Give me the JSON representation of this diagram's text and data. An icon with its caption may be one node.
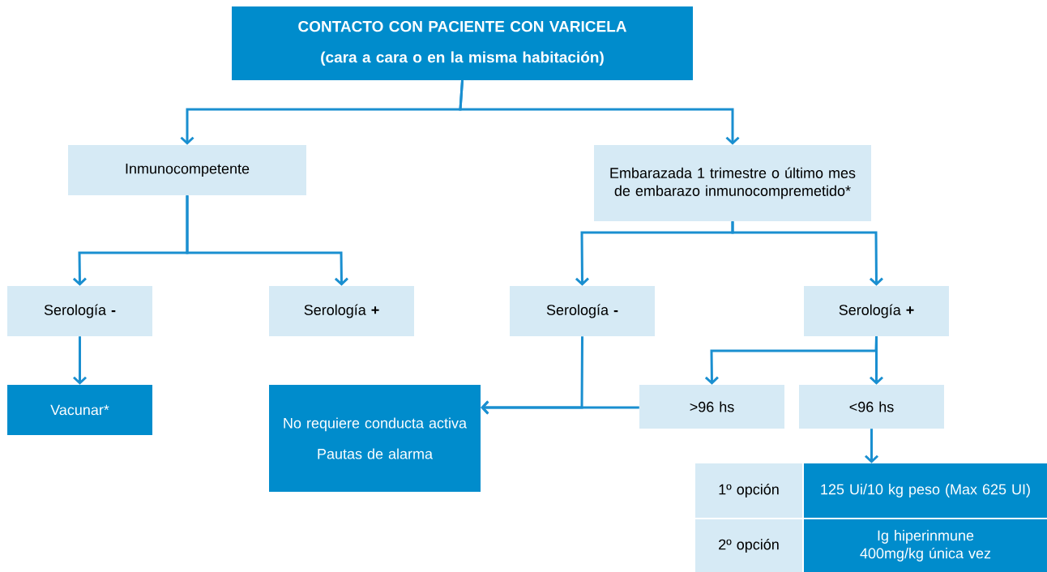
{
  "diagram": {
    "nodes": [
      {
        "text": [
          "CONTACTO CON PACIENTE CON VARICELA",
          "(cara a cara o en la misma habitación)"
        ]
      },
      {
        "text": [
          "Inmunocompetente"
        ]
      },
      {
        "text": [
          "Embarazada 1 trimestre o último mes de embarazo inmunocompremetido*"
        ]
      },
      {
        "text": [
          "Serología **-**"
        ]
      },
      {
        "text": [
          "Serología **+**"
        ]
      },
      {
        "text": [
          "Serología **-**"
        ]
      },
      {
        "text": [
          "Serología **+**"
        ]
      },
      {
        "text": [
          "Vacunar*"
        ]
      },
      {
        "text": [
          "No requiere conducta activa",
          "Pautas de alarma"
        ]
      },
      {
        "text": [
          ">96 hs"
        ]
      },
      {
        "text": [
          "<96 hs"
        ]
      },
      {
        "text": [
          "1º opción"
        ]
      },
      {
        "text": [
          "125 Ui/10 kg peso (Max 625 UI)"
        ]
      },
      {
        "text": [
          "2º opción"
        ]
      },
      {
        "text": [
          "Ig hiperinmune 400mg/kg única vez"
        ]
      }
    ],
    "edges": [
      {
        "from": 0,
        "to": 1,
        "arrow": "to"
      },
      {
        "from": 0,
        "to": 2,
        "arrow": "to"
      },
      {
        "from": 1,
        "to": 3,
        "arrow": "to"
      },
      {
        "from": 1,
        "to": 4,
        "arrow": "to"
      },
      {
        "from": 2,
        "to": 5,
        "arrow": "to"
      },
      {
        "from": 2,
        "to": 6,
        "arrow": "to"
      },
      {
        "from": 3,
        "to": 7,
        "arrow": "to"
      },
      {
        "from": 5,
        "to": 8,
        "arrow": "to"
      },
      {
        "from": 9,
        "to": 8,
        "arrow": "to"
      },
      {
        "from": 6,
        "to": 9,
        "arrow": "to"
      },
      {
        "from": 6,
        "to": 10,
        "arrow": "to"
      },
      {
        "from": 10,
        "to": 12,
        "arrow": "to"
      }
    ]
  }
}
